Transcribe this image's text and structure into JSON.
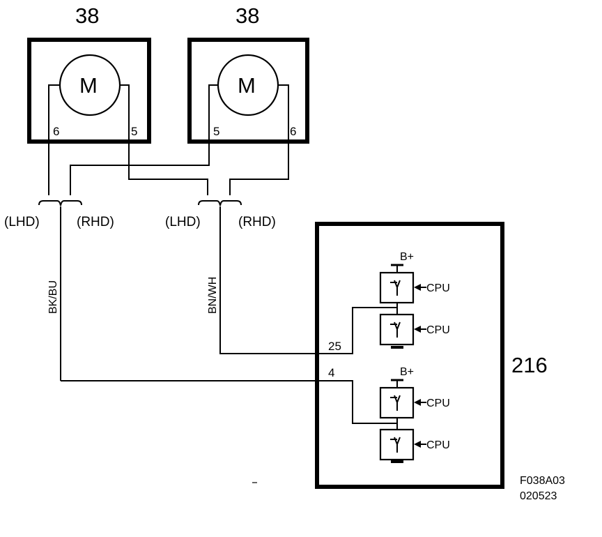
{
  "motors": [
    {
      "component_number": "38",
      "symbol": "M",
      "pin_left": "6",
      "pin_right": "5"
    },
    {
      "component_number": "38",
      "symbol": "M",
      "pin_left": "5",
      "pin_right": "6"
    }
  ],
  "selectors": [
    {
      "left": "(LHD)",
      "right": "(RHD)"
    },
    {
      "left": "(LHD)",
      "right": "(RHD)"
    }
  ],
  "wires": [
    {
      "color_code": "BK/BU",
      "pin": "4"
    },
    {
      "color_code": "BN/WH",
      "pin": "25"
    }
  ],
  "control_unit": {
    "component_number": "216",
    "supply_label": "B+",
    "cpu_label": "CPU"
  },
  "figure_code": "F038A03",
  "figure_date": "020523",
  "colors": {
    "ink": "#000000",
    "background": "#ffffff"
  }
}
